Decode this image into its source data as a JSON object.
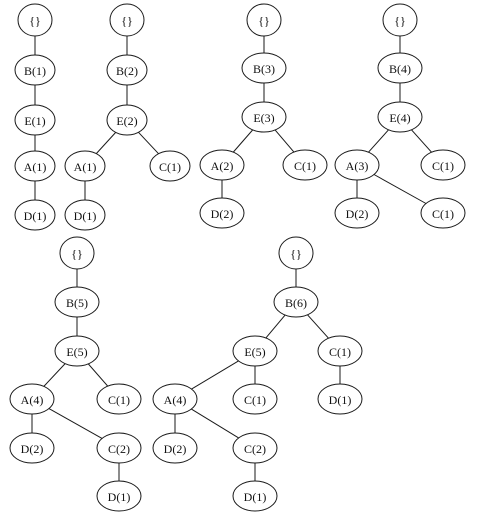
{
  "trees": [
    {
      "nodes": [
        {
          "id": "r",
          "label": "{}"
        },
        {
          "id": "b",
          "label": "B(1)"
        },
        {
          "id": "e",
          "label": "E(1)"
        },
        {
          "id": "a",
          "label": "A(1)"
        },
        {
          "id": "d",
          "label": "D(1)"
        }
      ],
      "edges": [
        [
          "r",
          "b"
        ],
        [
          "b",
          "e"
        ],
        [
          "e",
          "a"
        ],
        [
          "a",
          "d"
        ]
      ]
    },
    {
      "nodes": [
        {
          "id": "r",
          "label": "{}"
        },
        {
          "id": "b",
          "label": "B(2)"
        },
        {
          "id": "e",
          "label": "E(2)"
        },
        {
          "id": "a",
          "label": "A(1)"
        },
        {
          "id": "c",
          "label": "C(1)"
        },
        {
          "id": "d",
          "label": "D(1)"
        }
      ],
      "edges": [
        [
          "r",
          "b"
        ],
        [
          "b",
          "e"
        ],
        [
          "e",
          "a"
        ],
        [
          "e",
          "c"
        ],
        [
          "a",
          "d"
        ]
      ]
    },
    {
      "nodes": [
        {
          "id": "r",
          "label": "{}"
        },
        {
          "id": "b",
          "label": "B(3)"
        },
        {
          "id": "e",
          "label": "E(3)"
        },
        {
          "id": "a",
          "label": "A(2)"
        },
        {
          "id": "c",
          "label": "C(1)"
        },
        {
          "id": "d",
          "label": "D(2)"
        }
      ],
      "edges": [
        [
          "r",
          "b"
        ],
        [
          "b",
          "e"
        ],
        [
          "e",
          "a"
        ],
        [
          "e",
          "c"
        ],
        [
          "a",
          "d"
        ]
      ]
    },
    {
      "nodes": [
        {
          "id": "r",
          "label": "{}"
        },
        {
          "id": "b",
          "label": "B(4)"
        },
        {
          "id": "e",
          "label": "E(4)"
        },
        {
          "id": "a",
          "label": "A(3)"
        },
        {
          "id": "c",
          "label": "C(1)"
        },
        {
          "id": "d",
          "label": "D(2)"
        },
        {
          "id": "c2",
          "label": "C(1)"
        }
      ],
      "edges": [
        [
          "r",
          "b"
        ],
        [
          "b",
          "e"
        ],
        [
          "e",
          "a"
        ],
        [
          "e",
          "c"
        ],
        [
          "a",
          "d"
        ],
        [
          "a",
          "c2"
        ]
      ]
    },
    {
      "nodes": [
        {
          "id": "r",
          "label": "{}"
        },
        {
          "id": "b",
          "label": "B(5)"
        },
        {
          "id": "e",
          "label": "E(5)"
        },
        {
          "id": "a",
          "label": "A(4)"
        },
        {
          "id": "c",
          "label": "C(1)"
        },
        {
          "id": "d",
          "label": "D(2)"
        },
        {
          "id": "c2",
          "label": "C(2)"
        },
        {
          "id": "d2",
          "label": "D(1)"
        }
      ],
      "edges": [
        [
          "r",
          "b"
        ],
        [
          "b",
          "e"
        ],
        [
          "e",
          "a"
        ],
        [
          "e",
          "c"
        ],
        [
          "a",
          "d"
        ],
        [
          "a",
          "c2"
        ],
        [
          "c2",
          "d2"
        ]
      ]
    },
    {
      "nodes": [
        {
          "id": "r",
          "label": "{}"
        },
        {
          "id": "b",
          "label": "B(6)"
        },
        {
          "id": "e",
          "label": "E(5)"
        },
        {
          "id": "c",
          "label": "C(1)"
        },
        {
          "id": "a",
          "label": "A(4)"
        },
        {
          "id": "ec",
          "label": "C(1)"
        },
        {
          "id": "cd",
          "label": "D(1)"
        },
        {
          "id": "d",
          "label": "D(2)"
        },
        {
          "id": "c2",
          "label": "C(2)"
        },
        {
          "id": "d2",
          "label": "D(1)"
        }
      ],
      "edges": [
        [
          "r",
          "b"
        ],
        [
          "b",
          "e"
        ],
        [
          "b",
          "c"
        ],
        [
          "e",
          "a"
        ],
        [
          "e",
          "ec"
        ],
        [
          "c",
          "cd"
        ],
        [
          "a",
          "d"
        ],
        [
          "a",
          "c2"
        ],
        [
          "c2",
          "d2"
        ]
      ]
    }
  ]
}
